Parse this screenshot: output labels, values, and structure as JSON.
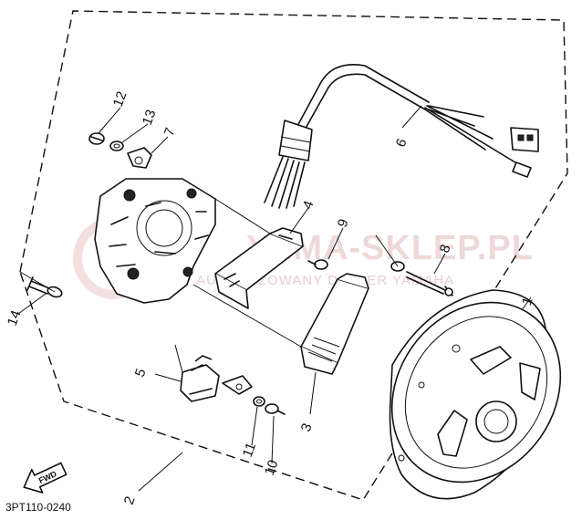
{
  "diagram": {
    "reference_code": "3PT110-0240",
    "watermark": {
      "brand": "YAMA-SKLEP.PL",
      "tagline": "AUTORYZOWANY DEALER YAMAHA"
    },
    "forward_badge": "FWD",
    "callouts": [
      "1",
      "2",
      "3",
      "4",
      "5",
      "6",
      "7",
      "8",
      "9",
      "10",
      "11",
      "12",
      "13",
      "14"
    ]
  }
}
